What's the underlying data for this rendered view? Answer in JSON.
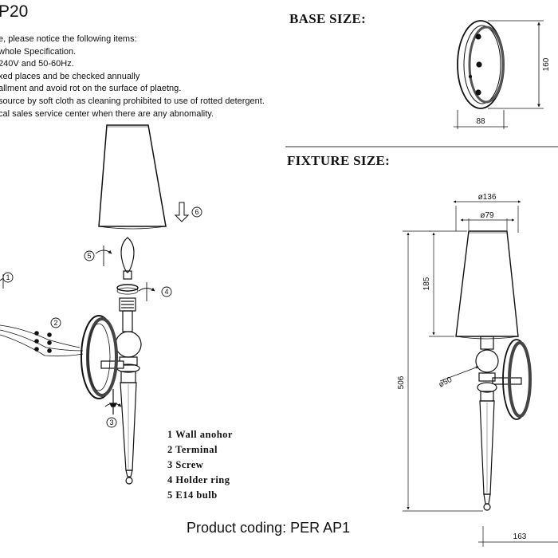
{
  "header": {
    "title": "P20",
    "notice_lines": [
      "e, please notice the following items:",
      "whole Specification.",
      "240V and 50-60Hz.",
      "xed places and be checked annually",
      "allment and avoid rot on the surface of plaetng.",
      "source by soft cloth as cleaning prohibited to use of rotted detergent.",
      "cal sales service center when there are any abnomality."
    ]
  },
  "base": {
    "heading": "BASE SIZE:",
    "height_label": "160",
    "width_label": "88"
  },
  "fixture": {
    "heading": "FIXTURE SIZE:",
    "shade_top_dia": "ø79",
    "shade_bottom_dia": "ø136",
    "shade_height": "185",
    "ball_dia": "ø50",
    "total_height": "506",
    "projection": "163"
  },
  "exploded": {
    "callouts": [
      "1",
      "2",
      "3",
      "4",
      "5",
      "6"
    ]
  },
  "parts": [
    "1 Wall anohor",
    "2 Terminal",
    "3 Screw",
    "4 Holder ring",
    "5 E14 bulb"
  ],
  "footer": {
    "product_coding": "Product coding: PER AP1"
  }
}
